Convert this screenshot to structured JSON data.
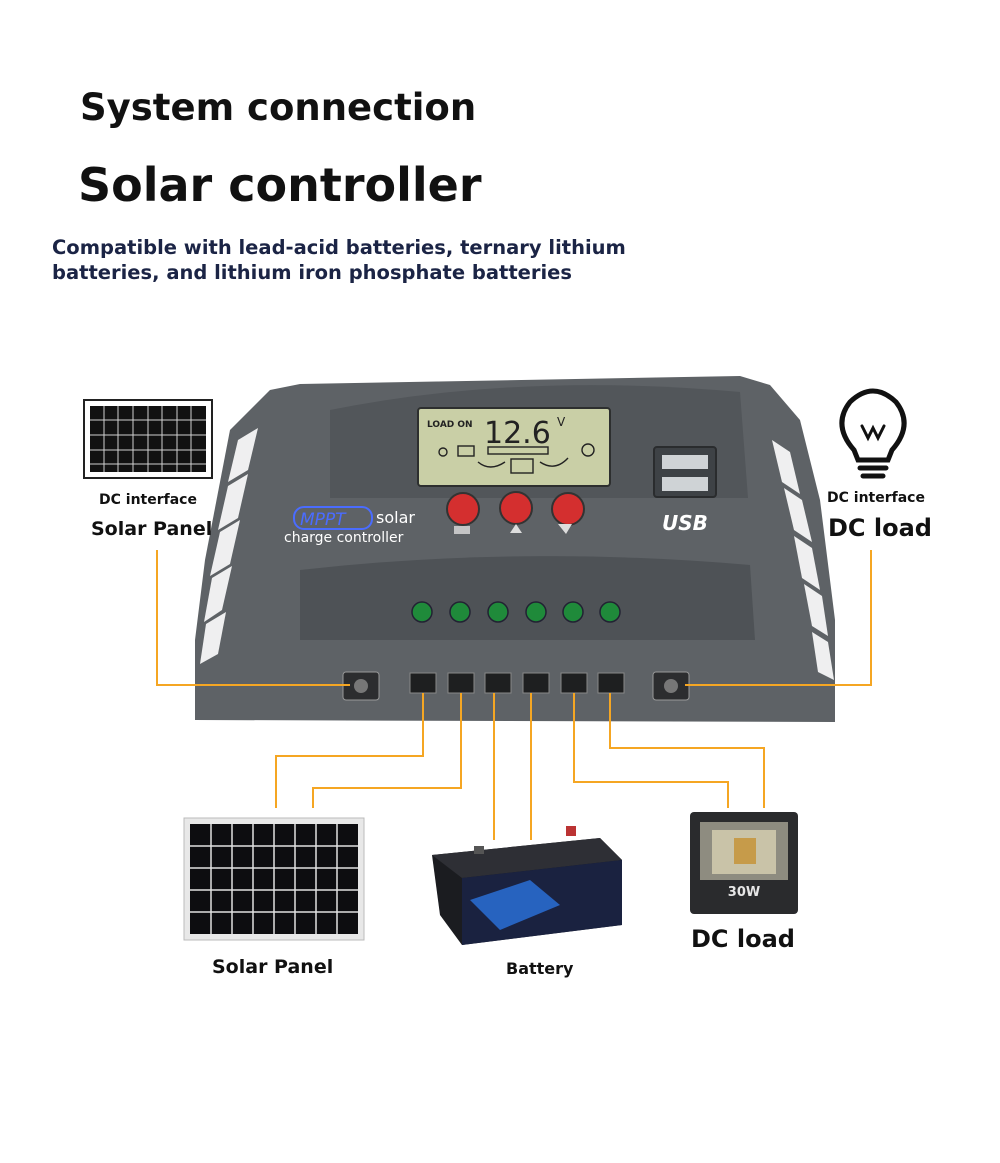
{
  "header": {
    "line1": "System connection",
    "line2": "Solar controller",
    "subtitle": "Compatible with lead-acid batteries, ternary lithium batteries, and lithium iron phosphate batteries"
  },
  "controller": {
    "lcd_load": "LOAD ON",
    "lcd_voltage": "12.6",
    "lcd_unit": "V",
    "brand": "MPPT",
    "brand_text1": "solar",
    "brand_text2": "charge controller",
    "usb_logo": "USB"
  },
  "left_side": {
    "interface": "DC interface",
    "name": "Solar Panel"
  },
  "right_side": {
    "interface": "DC interface",
    "name": "DC load"
  },
  "bottom": {
    "solar": "Solar Panel",
    "battery": "Battery",
    "load": "DC load",
    "flood_light_label": "30W"
  },
  "colors": {
    "wire": "#f5a623",
    "housing": "#5b5f63",
    "lcd": "#c9cfa6",
    "button": "#d42f2f",
    "led": "#1f8a3a"
  },
  "icons": [
    "solar-panel-icon",
    "light-bulb-icon",
    "battery-icon",
    "flood-light-icon",
    "usb-port-icon"
  ]
}
